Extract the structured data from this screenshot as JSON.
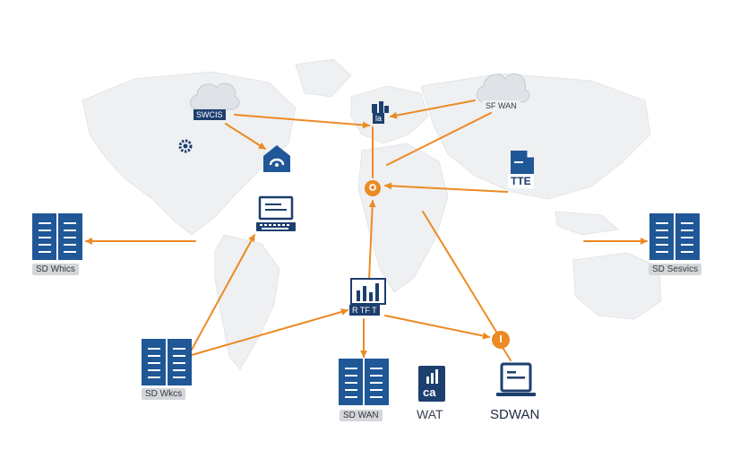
{
  "colors": {
    "accent_orange": "#ec8a24",
    "server_blue": "#1f5797",
    "navy": "#1d3f6e",
    "map_grey": "#e9ebee",
    "label_grey": "#d4d6d9"
  },
  "nodes": {
    "cloud_left": {
      "label": "SWCIS",
      "icon": "cloud-icon"
    },
    "cloud_right": {
      "label": "SF WAN",
      "icon": "cloud-icon"
    },
    "hub_top": {
      "label": "la",
      "icon": "building-icon"
    },
    "gear": {
      "icon": "gear-icon"
    },
    "home": {
      "icon": "home-icon"
    },
    "terminal": {
      "icon": "laptop-icon"
    },
    "document": {
      "label": "TTE",
      "icon": "document-icon"
    },
    "hub_center": {
      "label": "R TF T",
      "icon": "bar-chart-icon"
    },
    "pin_mid": {
      "icon": "location-pin-icon"
    },
    "pin_right": {
      "icon": "location-pin-icon"
    },
    "server_left": {
      "label": "SD Whics",
      "icon": "server-icon"
    },
    "server_right": {
      "label": "SD Sesvics",
      "icon": "server-icon"
    },
    "server_bottom_left": {
      "label": "SD Wkcs",
      "icon": "server-icon"
    },
    "server_bottom": {
      "label": "SD WAN",
      "icon": "server-icon"
    },
    "signal": {
      "label": "WAT",
      "icon": "signal-bars-icon",
      "glyph": "cа"
    },
    "monitor": {
      "label": "SDWAN",
      "icon": "monitor-icon"
    }
  }
}
